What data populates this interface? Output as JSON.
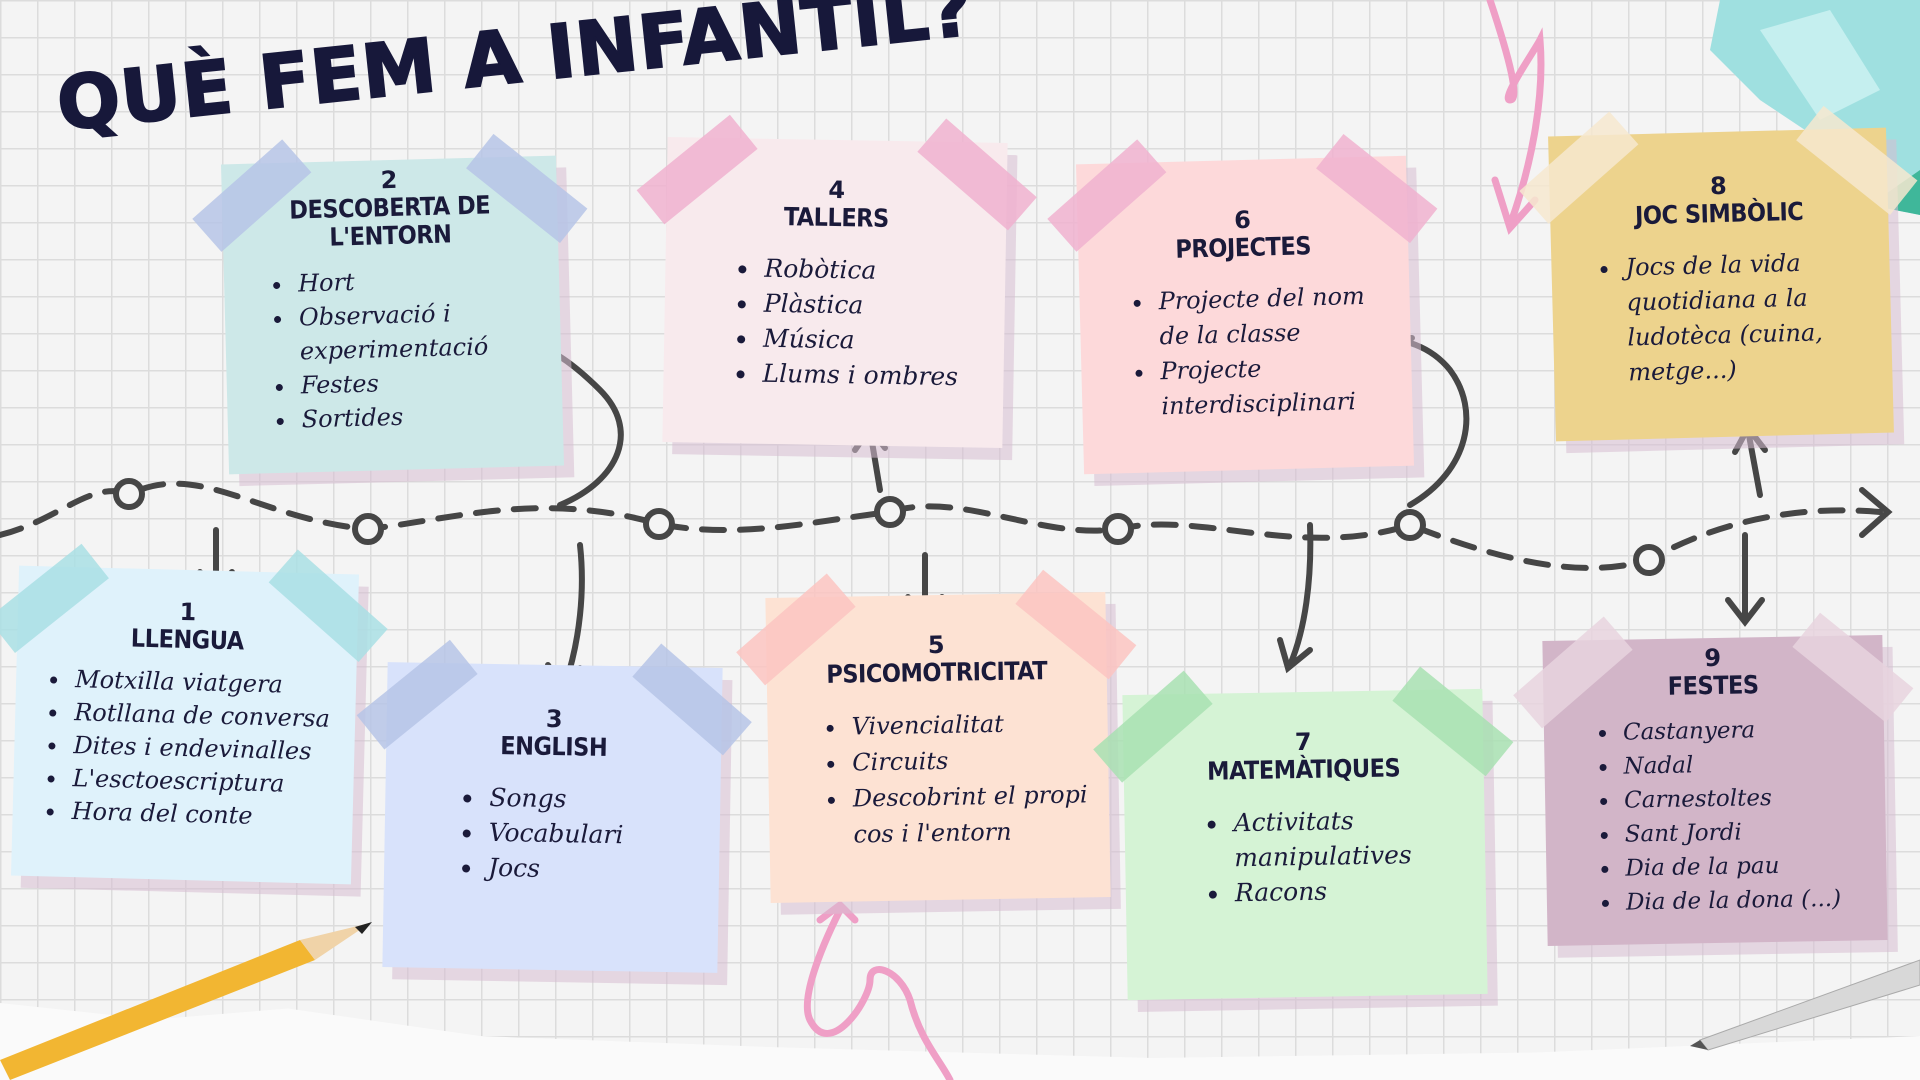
{
  "title": "QUÈ FEM A INFANTIL?",
  "notes": [
    {
      "number": "1",
      "title": "Llengua",
      "items": [
        "Motxilla viatgera",
        "Rotllana de conversa",
        "Dites i endevinalles",
        "L'esctoescriptura",
        "Hora del conte"
      ]
    },
    {
      "number": "2",
      "title": "Descoberta de l'entorn",
      "items": [
        "Hort",
        "Observació i experimentació",
        "Festes",
        "Sortides"
      ]
    },
    {
      "number": "3",
      "title": "English",
      "items": [
        "Songs",
        "Vocabulari",
        "Jocs"
      ]
    },
    {
      "number": "4",
      "title": "Tallers",
      "items": [
        "Robòtica",
        "Plàstica",
        "Música",
        "Llums i ombres"
      ]
    },
    {
      "number": "5",
      "title": "Psicomotricitat",
      "items": [
        "Vivencialitat",
        "Circuits",
        "Descobrint el propi cos i l'entorn"
      ]
    },
    {
      "number": "6",
      "title": "Projectes",
      "items": [
        "Projecte del nom de la classe",
        "Projecte interdisciplinari"
      ]
    },
    {
      "number": "7",
      "title": "Matemàtiques",
      "items": [
        "Activitats manipulatives",
        "Racons"
      ]
    },
    {
      "number": "8",
      "title": "Joc simbòlic",
      "items": [
        "Jocs de la vida quotidiana a la ludotèca (cuina, metge...)"
      ]
    },
    {
      "number": "9",
      "title": "Festes",
      "items": [
        "Castanyera",
        "Nadal",
        "Carnestoltes",
        "Sant Jordi",
        "Dia de la pau",
        "Dia de la dona (...)"
      ]
    }
  ],
  "colors": {
    "ink": "#17183a",
    "path": "#464646",
    "pink": "#ef9fc6"
  }
}
